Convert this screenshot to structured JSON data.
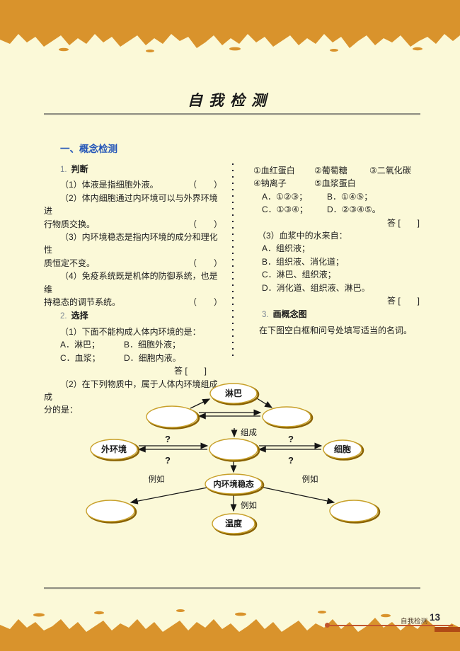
{
  "colors": {
    "band_orange": "#d9932c",
    "page_cream": "#fbf9d8",
    "heading_blue": "#2456b8",
    "ellipse_gold": "#b8860b",
    "footer_red": "#c2562e"
  },
  "header": {
    "title": "自我检测"
  },
  "section": {
    "title": "一、概念检测"
  },
  "q1": {
    "number": "1.",
    "heading": "判断",
    "items": [
      {
        "lines": [
          "（1）体液是指细胞外液。"
        ],
        "answer": "（　　）"
      },
      {
        "lines": [
          "（2）体内细胞通过内环境可以与外界环境进",
          "行物质交换。"
        ],
        "answer": "（　　）"
      },
      {
        "lines": [
          "（3）内环境稳态是指内环境的成分和理化性",
          "质恒定不变。"
        ],
        "answer": "（　　）"
      },
      {
        "lines": [
          "（4）免疫系统既是机体的防御系统，也是维",
          "持稳态的调节系统。"
        ],
        "answer": "（　　）"
      }
    ]
  },
  "q2": {
    "number": "2.",
    "heading": "选择",
    "sub1": {
      "stem": "（1）下面不能构成人体内环境的是：",
      "options": [
        [
          "A．淋巴；",
          "B．细胞外液；"
        ],
        [
          "C．血浆；",
          "D．细胞内液。"
        ]
      ],
      "answer": "答 [　　]"
    },
    "sub2": {
      "lines": [
        "（2）在下列物质中，属于人体内环境组成成",
        "分的是："
      ],
      "numbered": [
        [
          "①血红蛋白",
          "②葡萄糖",
          "③二氧化碳"
        ],
        [
          "④钠离子",
          "⑤血浆蛋白"
        ]
      ],
      "options": [
        [
          "A．①②③；",
          "B．①④⑤；"
        ],
        [
          "C．①③④；",
          "D．②③④⑤。"
        ]
      ],
      "answer": "答 [　　]"
    },
    "sub3": {
      "stem": "（3）血浆中的水来自：",
      "options": [
        "A．组织液；",
        "B．组织液、消化道；",
        "C．淋巴、组织液；",
        "D．消化道、组织液、淋巴。"
      ],
      "answer": "答 [　　]"
    }
  },
  "q3": {
    "number": "3.",
    "heading": "画概念图",
    "instruction": "在下图空白框和问号处填写适当的名词。"
  },
  "diagram": {
    "nodes": {
      "lymph": "淋巴",
      "external": "外环境",
      "cell": "细胞",
      "homeostasis": "内环境稳态",
      "temperature": "温度"
    },
    "labels": {
      "compose": "组成",
      "example": "例如",
      "question": "?"
    }
  },
  "footer": {
    "label": "自我检测",
    "page": "13"
  }
}
